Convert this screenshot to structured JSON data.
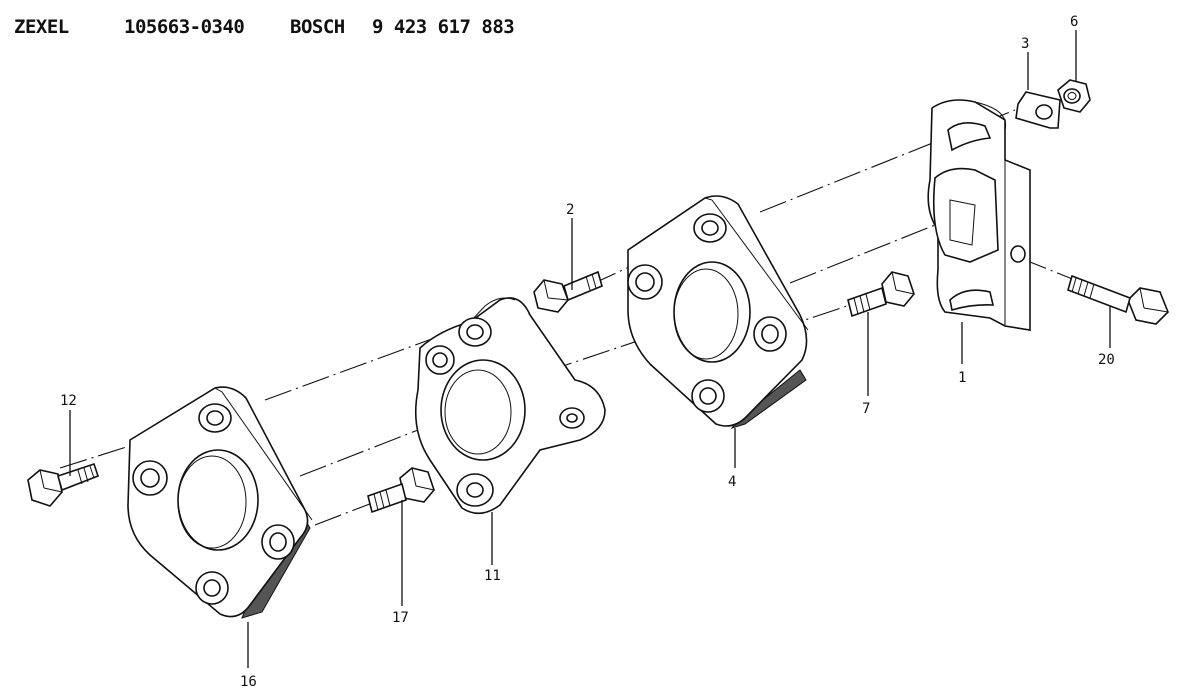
{
  "header": {
    "brand1": "ZEXEL",
    "part1": "105663-0340",
    "brand2": "BOSCH",
    "part2": "9 423 617 883"
  },
  "callouts": {
    "c1": "1",
    "c2": "2",
    "c3": "3",
    "c4": "4",
    "c6": "6",
    "c7": "7",
    "c11": "11",
    "c12": "12",
    "c16": "16",
    "c17": "17",
    "c20": "20"
  }
}
